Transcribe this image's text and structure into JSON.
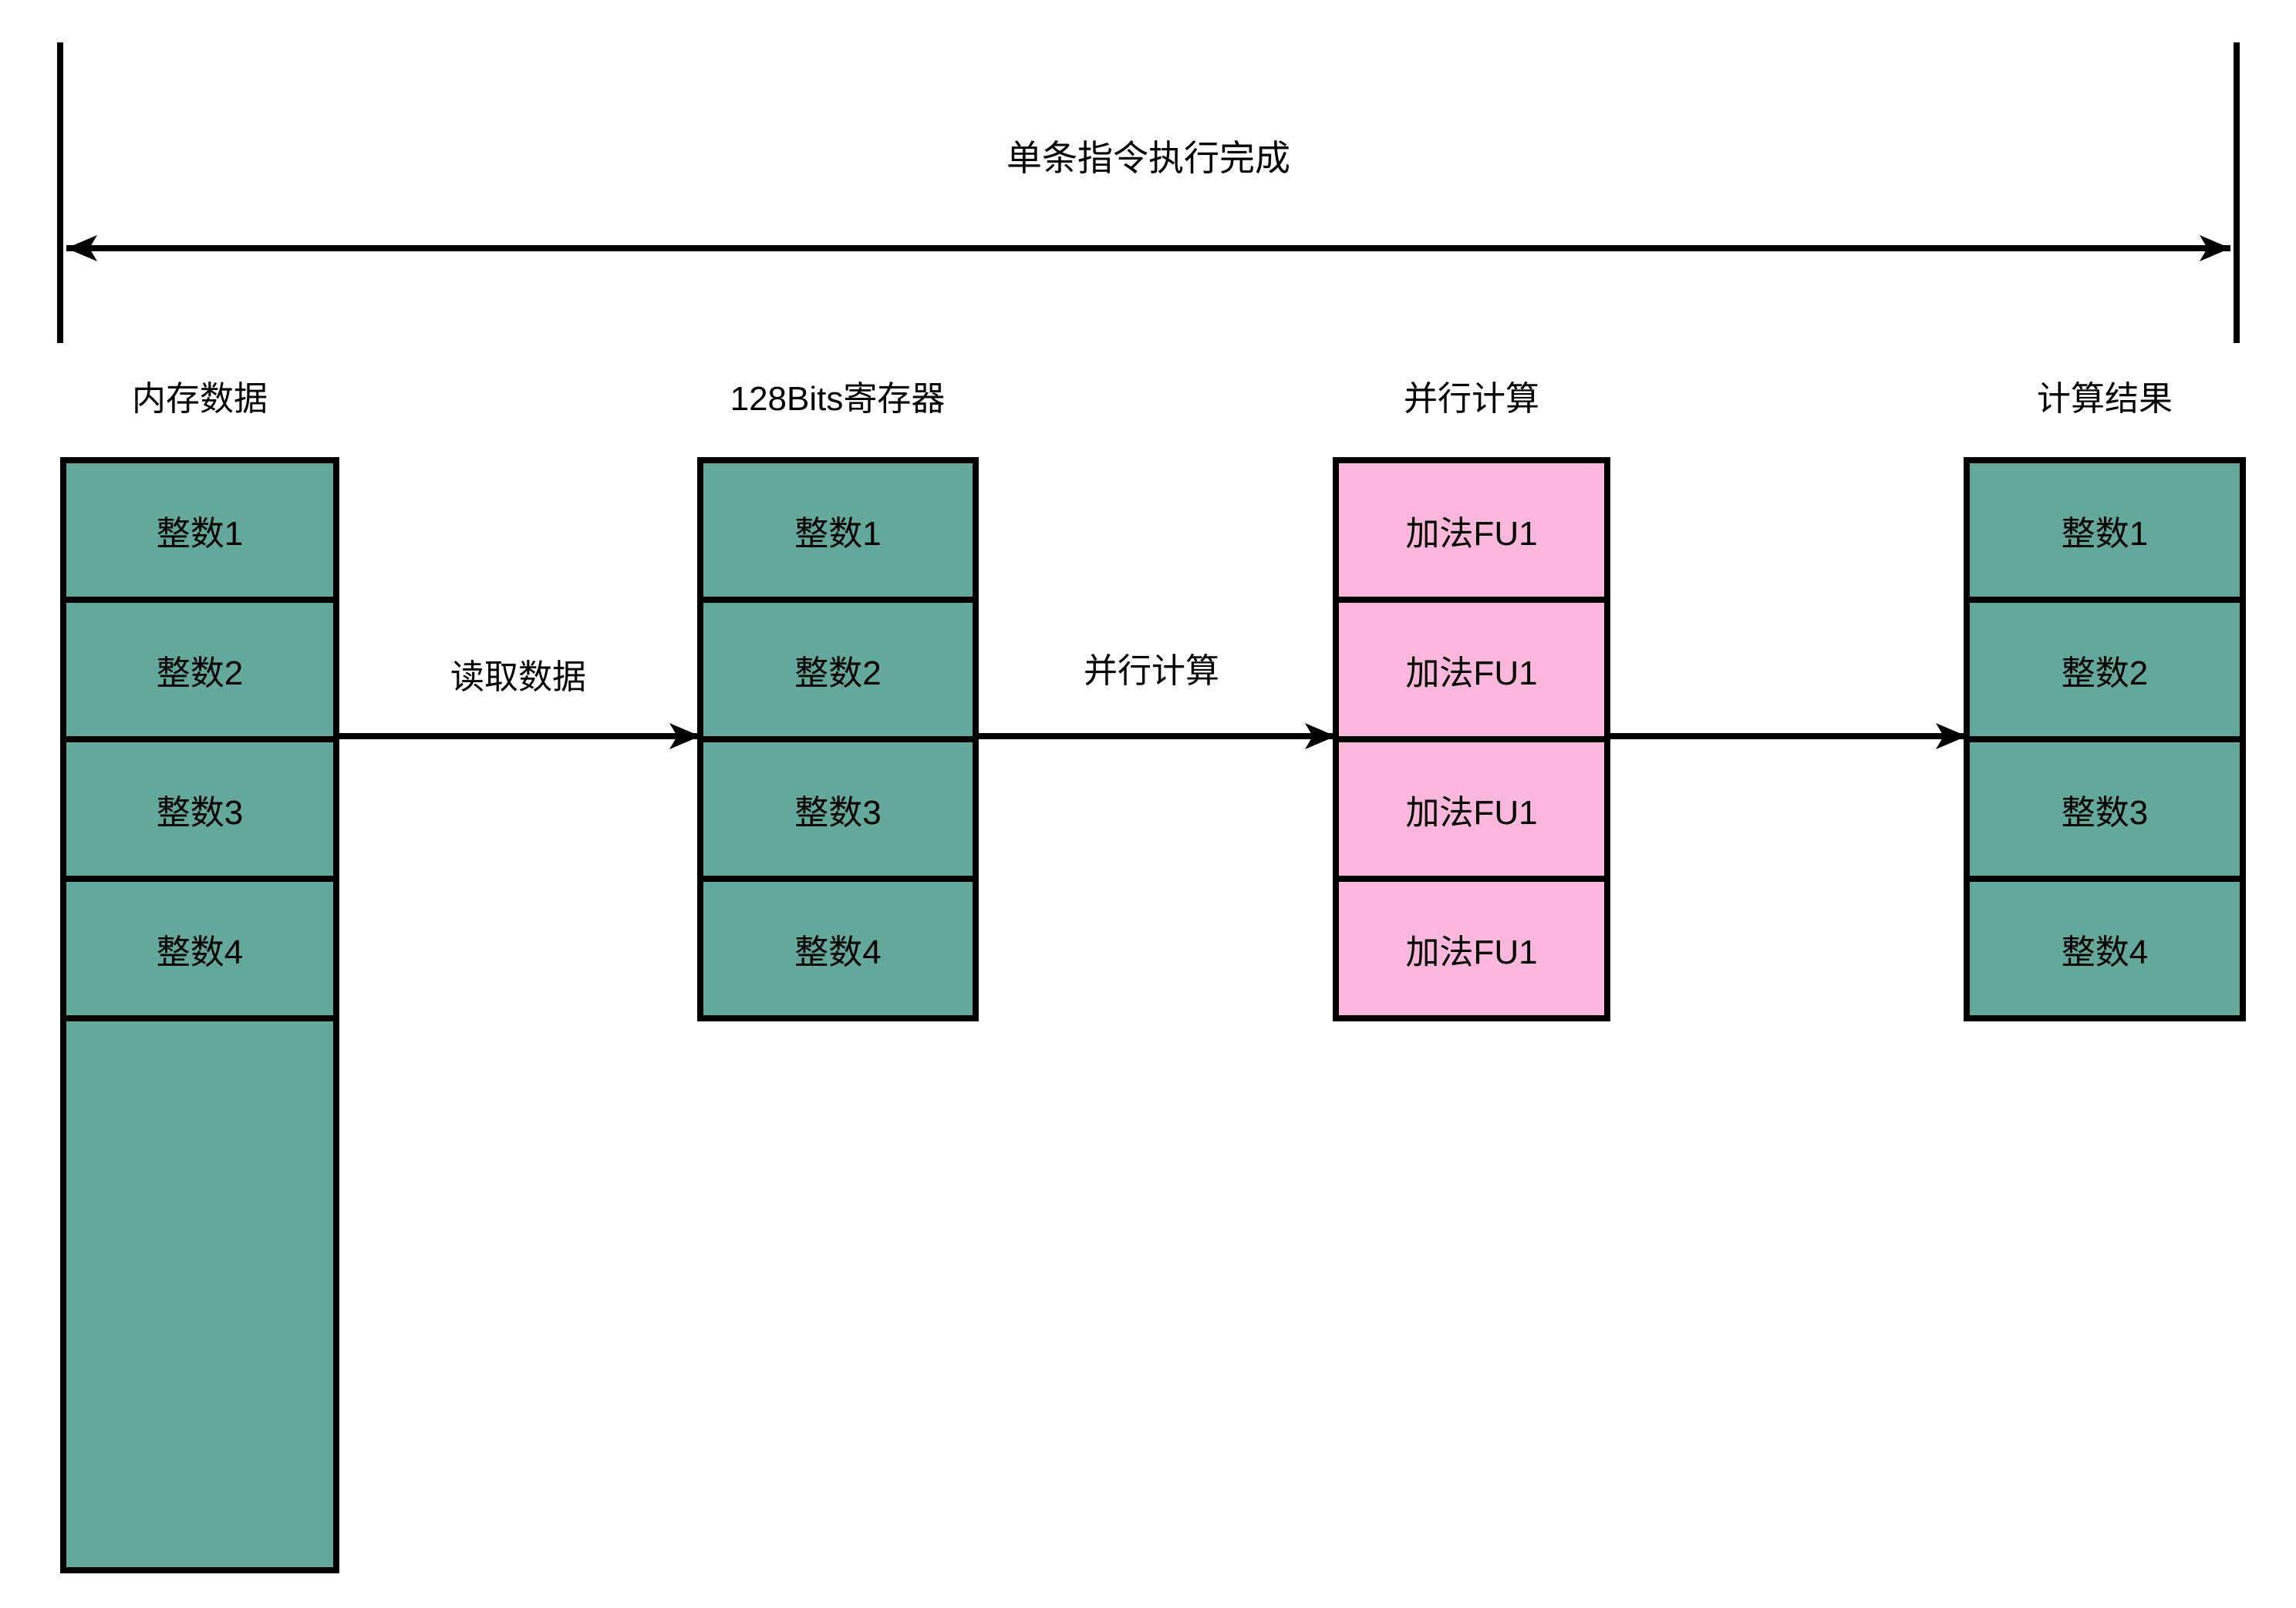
{
  "timeline": {
    "title": "单条指令执行完成"
  },
  "flow_labels": {
    "read": "读取数据",
    "compute": "并行计算"
  },
  "columns": [
    {
      "header": "内存数据",
      "cells": [
        "整数1",
        "整数2",
        "整数3",
        "整数4"
      ],
      "extra_empty_cell": true
    },
    {
      "header": "128Bits寄存器",
      "cells": [
        "整数1",
        "整数2",
        "整数3",
        "整数4"
      ],
      "extra_empty_cell": false
    },
    {
      "header": "并行计算",
      "cells": [
        "加法FU1",
        "加法FU1",
        "加法FU1",
        "加法FU1"
      ],
      "extra_empty_cell": false
    },
    {
      "header": "计算结果",
      "cells": [
        "整数1",
        "整数2",
        "整数3",
        "整数4"
      ],
      "extra_empty_cell": false
    }
  ],
  "colors": {
    "cell_teal": "#64A89B",
    "cell_pink": "#FBB7DB",
    "line": "#000000",
    "text": "#000000",
    "background": "#FFFFFF"
  }
}
